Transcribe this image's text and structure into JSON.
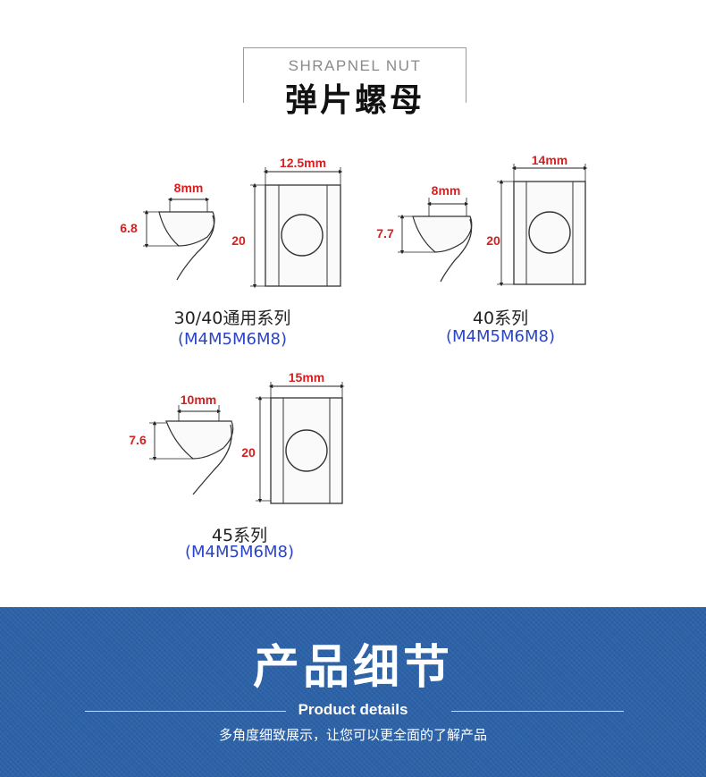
{
  "header": {
    "title_en": "SHRAPNEL NUT",
    "title_zh": "弹片螺母"
  },
  "series": [
    {
      "caption": "30/40通用系列",
      "sizes": "(M4M5M6M8)",
      "dims": {
        "top_width": "8mm",
        "height": "6.8",
        "plate_width": "12.5mm",
        "plate_height": "20"
      }
    },
    {
      "caption": "40系列",
      "sizes": "(M4M5M6M8)",
      "dims": {
        "top_width": "8mm",
        "height": "7.7",
        "plate_width": "14mm",
        "plate_height": "20"
      }
    },
    {
      "caption": "45系列",
      "sizes": "(M4M5M6M8)",
      "dims": {
        "top_width": "10mm",
        "height": "7.6",
        "plate_width": "15mm",
        "plate_height": "20"
      }
    }
  ],
  "footer": {
    "title": "产品细节",
    "title_en": "Product details",
    "subtitle": "多角度细致展示，让您可以更全面的了解产品",
    "background_color": "#2c62a7"
  }
}
